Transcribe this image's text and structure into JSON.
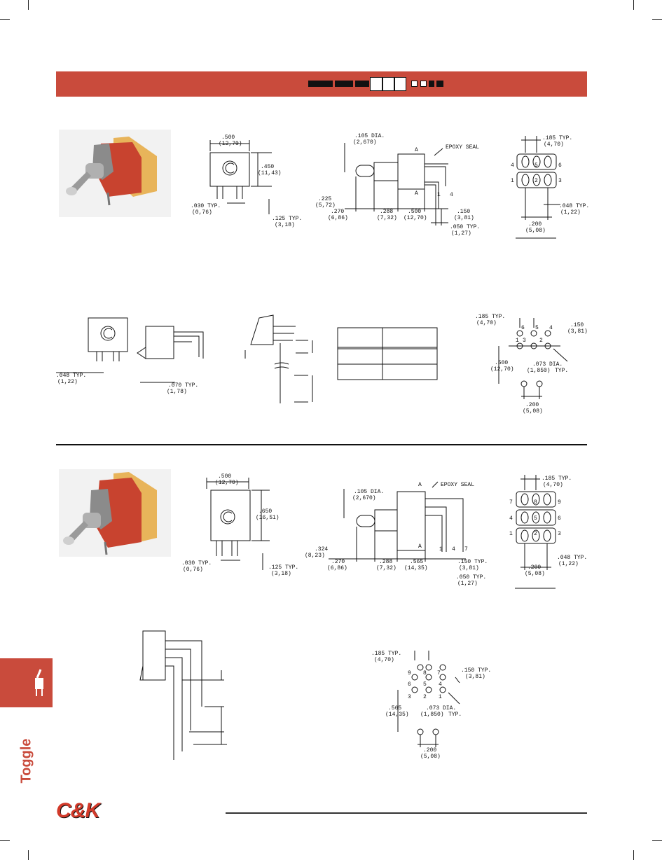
{
  "section_top": {
    "front_view": {
      "width_label": ".500",
      "width_mm": "(12,70)",
      "height_label": ".450",
      "height_mm": "(11,43)",
      "pin_label": ".030 TYP.",
      "pin_mm": "(0,76)",
      "tail_label": ".125 TYP.",
      "tail_mm": "(3,18)"
    },
    "side_view": {
      "bushing_dia": ".105 DIA.",
      "bushing_dia_mm": "(2,670)",
      "epoxy": "EPOXY SEAL",
      "a1": "A",
      "a2": "A",
      "pin1": "1",
      "pin4": "4",
      "offset": ".225",
      "offset_mm": "(5,72)",
      "d1": ".270",
      "d1_mm": "(6,86)",
      "d2": ".288",
      "d2_mm": "(7,32)",
      "d3": ".500",
      "d3_mm": "(12,70)",
      "d4": ".150",
      "d4_mm": "(3,81)",
      "d5": ".050 TYP.",
      "d5_mm": "(1,27)"
    },
    "pin_view": {
      "pitch": ".185 TYP.",
      "pitch_mm": "(4,70)",
      "n4": "4",
      "n5": "5",
      "n6": "6",
      "n1": "1",
      "n2": "2",
      "n3": "3",
      "pin_w": ".048 TYP.",
      "pin_w_mm": "(1,22)",
      "spacing": ".200",
      "spacing_mm": "(5,08)"
    }
  },
  "section_middle": {
    "lead_label": ".048 TYP.",
    "lead_mm": "(1,22)",
    "bend_label": ".070 TYP.",
    "bend_mm": "(1,78)",
    "pcb": {
      "pitch": ".185 TYP.",
      "pitch_mm": "(4,70)",
      "n6": "6",
      "n5": "5",
      "n4": "4",
      "n1": "1",
      "n3": "3",
      "n2": "2",
      "row_pitch": ".150",
      "row_pitch_mm": "(3,81)",
      "offset": ".500",
      "offset_mm": "(12,70)",
      "hole": ".073 DIA.",
      "hole_mm": "(1,850)",
      "hole_typ": "TYP.",
      "spacing": ".200",
      "spacing_mm": "(5,08)"
    }
  },
  "section_bottom": {
    "front_view": {
      "width_label": ".500",
      "width_mm": "(12,70)",
      "height_label": ".650",
      "height_mm": "(16,51)",
      "pin_label": ".030 TYP.",
      "pin_mm": "(0,76)",
      "tail_label": ".125 TYP.",
      "tail_mm": "(3,18)"
    },
    "side_view": {
      "bushing_dia": ".105 DIA.",
      "bushing_dia_mm": "(2,670)",
      "epoxy": "EPOXY SEAL",
      "a1": "A",
      "a2": "A",
      "pin1": "1",
      "pin4": "4",
      "pin7": "7",
      "offset": ".324",
      "offset_mm": "(8,23)",
      "d1": ".270",
      "d1_mm": "(6,86)",
      "d2": ".288",
      "d2_mm": "(7,32)",
      "d3": ".565",
      "d3_mm": "(14,35)",
      "d4": ".150 TYP.",
      "d4_mm": "(3,81)",
      "d5": ".050 TYP.",
      "d5_mm": "(1,27)"
    },
    "pin_view": {
      "pitch": ".185 TYP.",
      "pitch_mm": "(4,70)",
      "n7": "7",
      "n8": "8",
      "n9": "9",
      "n4": "4",
      "n5": "5",
      "n6": "6",
      "n1": "1",
      "n2": "2",
      "n3": "3",
      "pin_w": ".048 TYP.",
      "pin_w_mm": "(1,22)",
      "spacing": ".200",
      "spacing_mm": "(5,08)"
    },
    "pcb": {
      "pitch": ".185 TYP.",
      "pitch_mm": "(4,70)",
      "r1a": "9",
      "r1b": "8",
      "r1c": "7",
      "r2a": "6",
      "r2b": "5",
      "r2c": "4",
      "r3a": "3",
      "r3b": "2",
      "r3c": "1",
      "row_pitch": ".150 TYP.",
      "row_pitch_mm": "(3,81)",
      "offset": ".565",
      "offset_mm": "(14,35)",
      "hole": ".073 DIA.",
      "hole_mm": "(1,850)",
      "hole_typ": "TYP.",
      "spacing": ".200",
      "spacing_mm": "(5,08)"
    }
  },
  "side_tab": {
    "label": "Toggle",
    "icon": "toggle-switch-icon"
  },
  "logo": {
    "text": "C&K"
  },
  "colors": {
    "accent": "#c94b3c",
    "logo": "#d23a2a"
  }
}
